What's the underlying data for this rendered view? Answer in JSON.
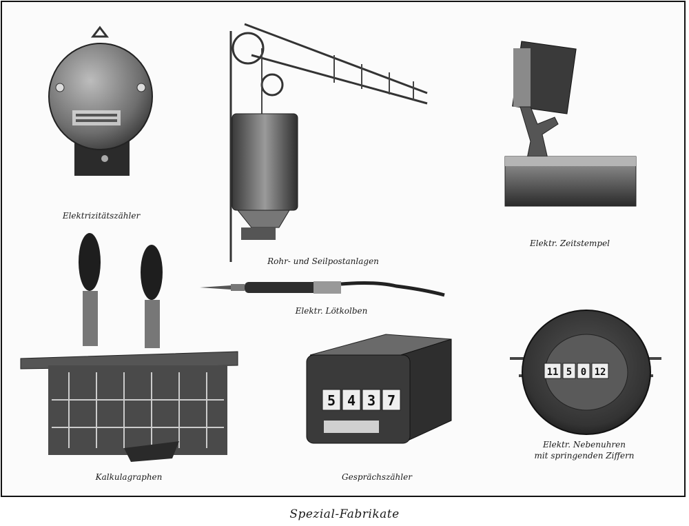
{
  "page_title": "Spezial-Fabrikate",
  "captions": {
    "electricity_meter": "Elektrizitätszähler",
    "pneumatic_post": "Rohr- und Seilpostanlagen",
    "time_stamp": "Elektr. Zeitstempel",
    "soldering_iron": "Elektr. Lötkolben",
    "calculator": "Kalkulagraphen",
    "call_counter": "Gesprächszähler",
    "slave_clock_line1": "Elektr. Nebenuhren",
    "slave_clock_line2": "mit springenden Ziffern"
  },
  "call_counter_digits": [
    "5",
    "4",
    "3",
    "7"
  ],
  "slave_clock_digits": [
    "11",
    "5",
    "0",
    "12"
  ]
}
